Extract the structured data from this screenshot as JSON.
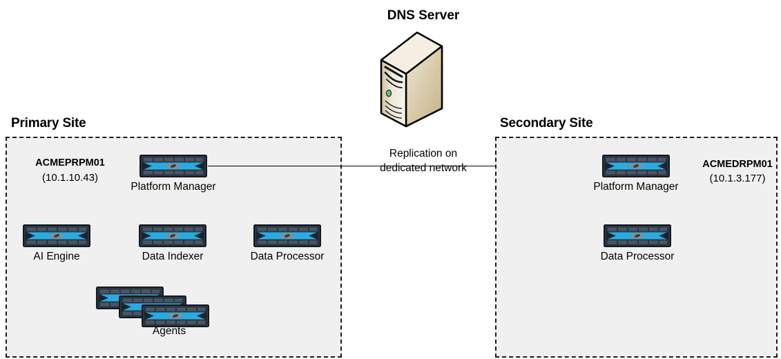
{
  "diagram": {
    "title": "Primary / Secondary site replication diagram",
    "background_color": "#ffffff",
    "site_fill_color": "#f0f0f0",
    "site_border_color": "#1a1a1a",
    "appliance_accent_color": "#29ABE2",
    "appliance_frame_color": "#2b3642",
    "server_body_color": "#d8cdad"
  },
  "dns": {
    "title": "DNS Server",
    "icon": "server-tower-icon"
  },
  "primary_site": {
    "title": "Primary Site",
    "host_name": "ACMEPRPM01",
    "host_ip": "(10.1.10.43)",
    "nodes": [
      {
        "label": "Platform Manager",
        "icon": "appliance-icon"
      },
      {
        "label": "AI Engine",
        "icon": "appliance-icon"
      },
      {
        "label": "Data Indexer",
        "icon": "appliance-icon"
      },
      {
        "label": "Data Processor",
        "icon": "appliance-icon"
      },
      {
        "label": "Agents",
        "icon": "appliance-stack-icon"
      }
    ]
  },
  "secondary_site": {
    "title": "Secondary Site",
    "host_name": "ACMEDRPM01",
    "host_ip": "(10.1.3.177)",
    "nodes": [
      {
        "label": "Platform Manager",
        "icon": "appliance-icon"
      },
      {
        "label": "Data Processor",
        "icon": "appliance-icon"
      }
    ]
  },
  "replication_link": {
    "line1": "Replication on",
    "line2": "dedicated network",
    "direction": "primary-to-secondary"
  }
}
